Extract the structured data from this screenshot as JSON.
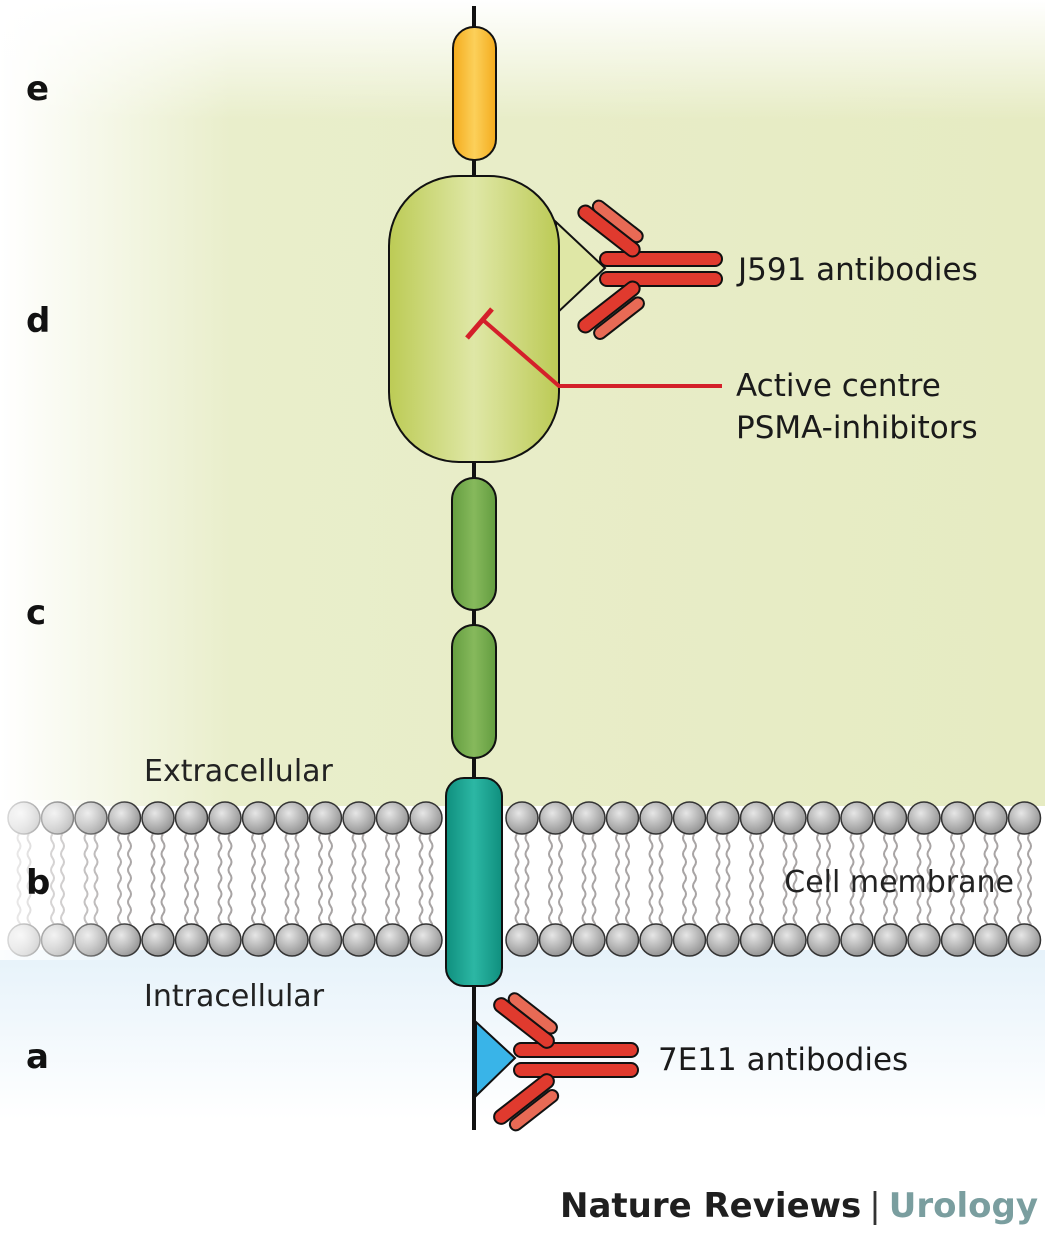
{
  "regions": {
    "e": "e",
    "d": "d",
    "c": "c",
    "b": "b",
    "a": "a"
  },
  "labels": {
    "extracellular": "Extracellular",
    "intracellular": "Intracellular",
    "cell_membrane": "Cell membrane"
  },
  "callouts": {
    "j591": "J591 antibodies",
    "active_line1": "Active centre",
    "active_line2": "PSMA-inhibitors",
    "e7e11": "7E11 antibodies"
  },
  "footer": {
    "journal": "Nature Reviews",
    "separator": "|",
    "subject": "Urology"
  },
  "colors": {
    "extracellular_tint": "#e8edc3",
    "intracellular_tint": "#e9f4fb",
    "domain_e": "#f9bd2e",
    "domain_d": "#c4d363",
    "domain_c": "#72a84a",
    "transmembrane_b": "#1ea08e",
    "epitope_a": "#39b4e8",
    "antibody": "#e03a2e",
    "inhibitor": "#d4202a",
    "lipid_head": "#a9a9a9",
    "subject_text": "#7a9e9f"
  }
}
